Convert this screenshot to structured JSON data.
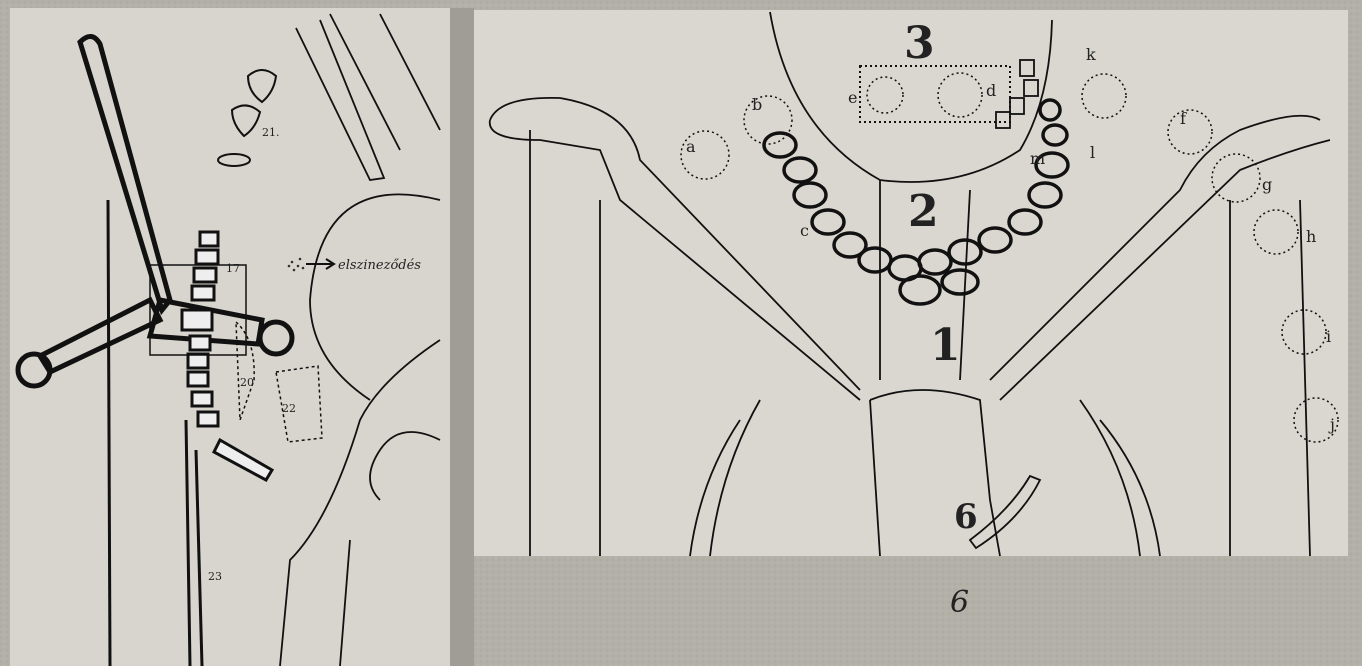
{
  "left_panel": {
    "labels": [
      "21.",
      "17",
      "20",
      "22",
      "23"
    ],
    "annotation": "elszineződés"
  },
  "right_panel": {
    "numbers": [
      "3",
      "2",
      "1",
      "6"
    ],
    "letters": [
      "a",
      "b",
      "c",
      "d",
      "e",
      "f",
      "g",
      "h",
      "i",
      "j",
      "k",
      "l",
      "m"
    ],
    "bottom_label": "6"
  }
}
